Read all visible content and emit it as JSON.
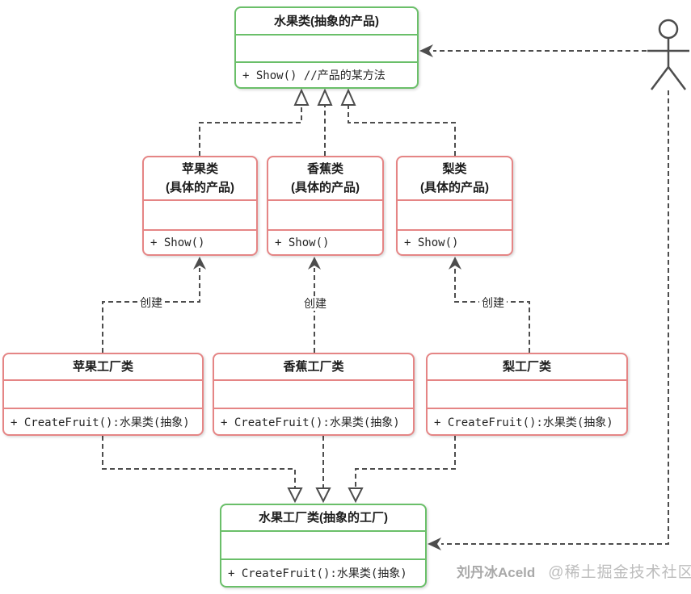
{
  "classes": [
    {
      "name": "水果类(抽象的产品)",
      "method": "+ Show() //产品的某方法"
    },
    {
      "name": "苹果类",
      "subtitle": "(具体的产品)",
      "method": "+ Show()"
    },
    {
      "name": "香蕉类",
      "subtitle": "(具体的产品)",
      "method": "+ Show()"
    },
    {
      "name": "梨类",
      "subtitle": "(具体的产品)",
      "method": "+ Show()"
    },
    {
      "name": "苹果工厂类",
      "method": "+ CreateFruit():水果类(抽象)"
    },
    {
      "name": "香蕉工厂类",
      "method": "+ CreateFruit():水果类(抽象)"
    },
    {
      "name": "梨工厂类",
      "method": "+ CreateFruit():水果类(抽象)"
    },
    {
      "name": "水果工厂类(抽象的工厂)",
      "method": "+ CreateFruit():水果类(抽象)"
    }
  ],
  "edge_labels": {
    "create_apple": "创建",
    "create_banana": "创建",
    "create_pear": "创建"
  },
  "watermark": {
    "author": "刘丹冰Aceld",
    "community": "@稀土掘金技术社区"
  },
  "colors": {
    "abstract_border": "#6abf69",
    "concrete_border": "#e58585",
    "connector": "#4d4d4d",
    "title_text": "#1c1c1c",
    "watermark_author": "#a9a9a9",
    "watermark_community": "#bdbdbd"
  }
}
